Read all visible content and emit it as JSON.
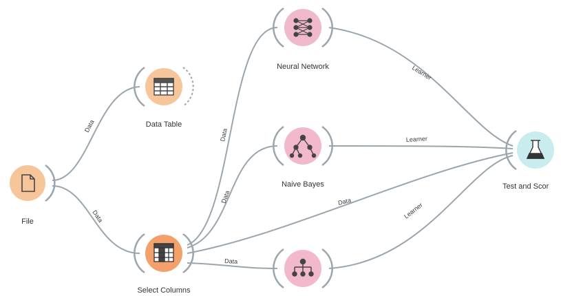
{
  "workflow": {
    "nodes": {
      "file": {
        "label": "File",
        "color": "#f6c69a",
        "icon": "file-icon"
      },
      "data_table": {
        "label": "Data Table",
        "color": "#f6c69a",
        "icon": "table-icon"
      },
      "select_columns": {
        "label": "Select Columns",
        "color": "#f3a06a",
        "icon": "select-columns-icon"
      },
      "neural_network": {
        "label": "Neural Network",
        "color": "#f2b8cc",
        "icon": "neural-network-icon"
      },
      "naive_bayes": {
        "label": "Naive Bayes",
        "color": "#f2b8cc",
        "icon": "naive-bayes-icon"
      },
      "tree": {
        "label": "",
        "color": "#f2b8cc",
        "icon": "tree-icon"
      },
      "test_and_score": {
        "label": "Test and Scor",
        "color": "#c9ecef",
        "icon": "flask-icon"
      }
    },
    "edges": {
      "file_to_table": "Data",
      "file_to_select": "Data",
      "select_to_nn": "Data",
      "select_to_nb": "Data",
      "select_to_tree": "Data",
      "select_to_test": "Data",
      "nn_to_test": "Learner",
      "nb_to_test": "Learner",
      "tree_to_test": "Learner"
    }
  }
}
